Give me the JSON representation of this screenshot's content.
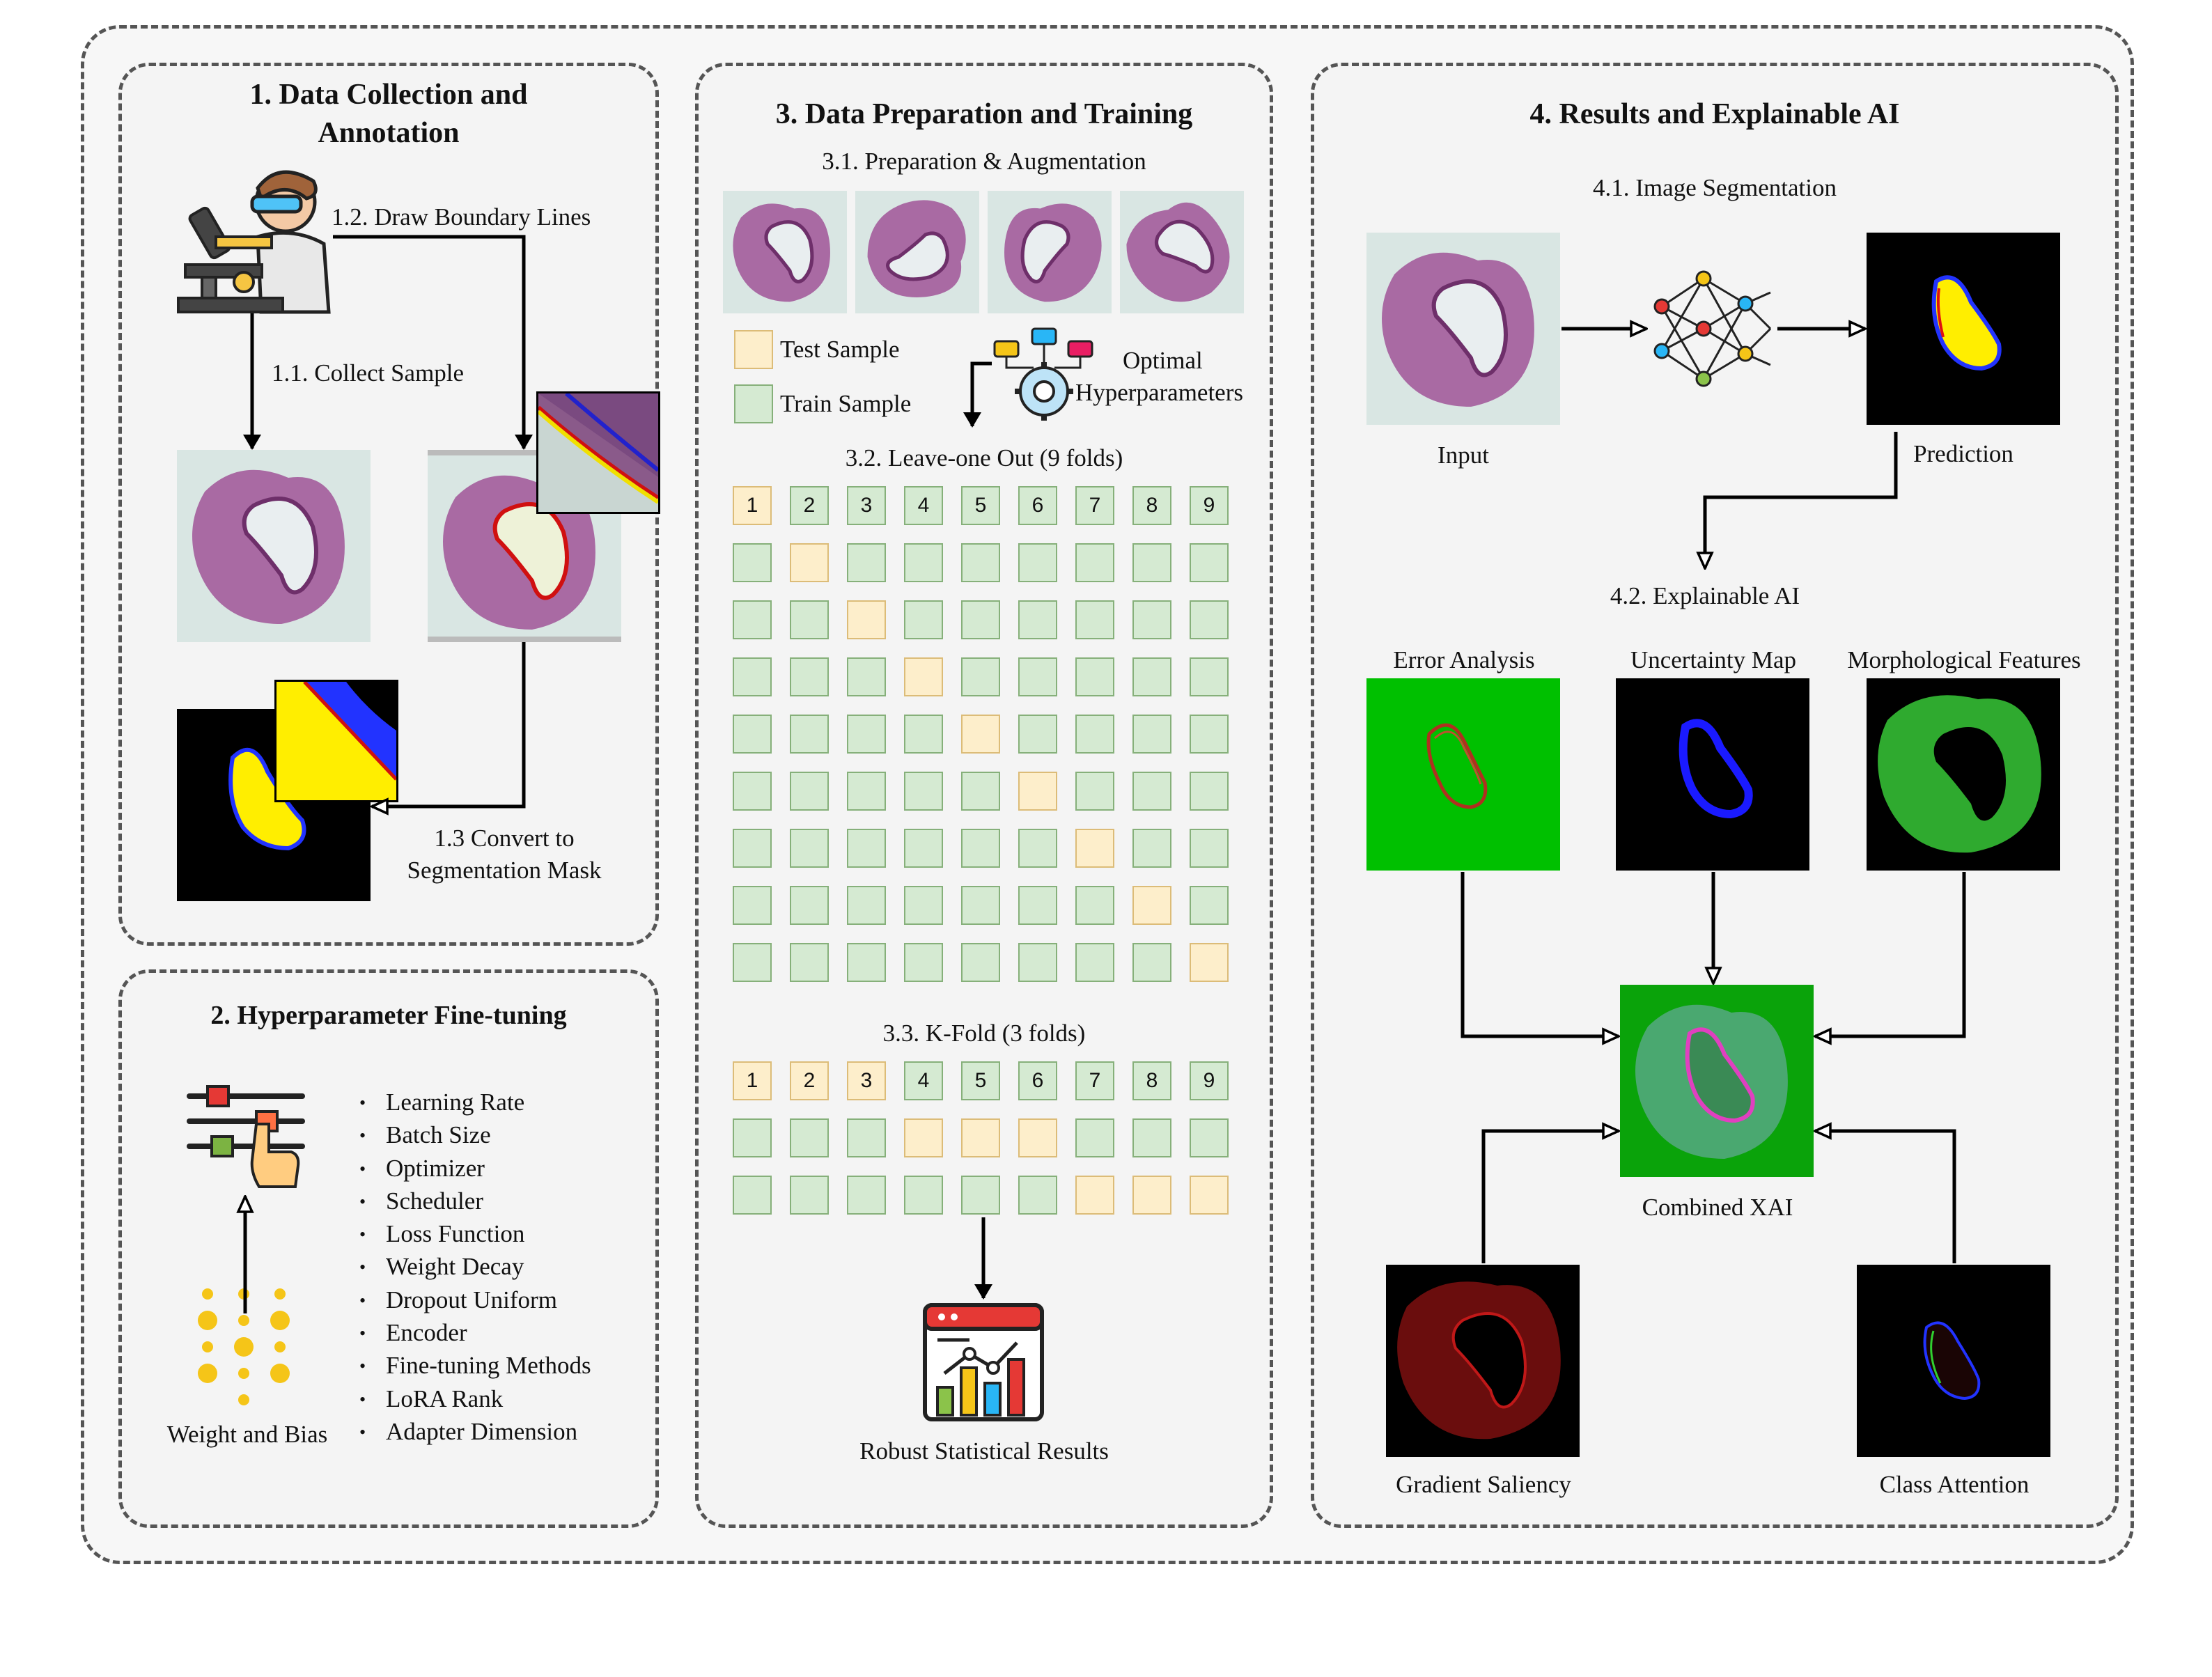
{
  "panels": {
    "p1": {
      "title_line1": "1. Data Collection and",
      "title_line2": "Annotation",
      "draw_boundary": "1.2. Draw Boundary Lines",
      "collect_sample": "1.1. Collect Sample",
      "convert_line1": "1.3 Convert to",
      "convert_line2": "Segmentation Mask"
    },
    "p2": {
      "title": "2. Hyperparameter Fine-tuning",
      "weight_bias": "Weight and Bias",
      "hyperparameters": [
        "Learning Rate",
        "Batch Size",
        "Optimizer",
        "Scheduler",
        "Loss Function",
        "Weight Decay",
        "Dropout Uniform",
        "Encoder",
        "Fine-tuning Methods",
        "LoRA Rank",
        "Adapter Dimension"
      ]
    },
    "p3": {
      "title": "3. Data Preparation and Training",
      "sub1": "3.1. Preparation & Augmentation",
      "legend_test": "Test Sample",
      "legend_train": "Train Sample",
      "optimal_line1": "Optimal",
      "optimal_line2": "Hyperparameters",
      "sub2": "3.2. Leave-one Out (9 folds)",
      "sub3": "3.3. K-Fold (3 folds)",
      "results": "Robust Statistical Results",
      "fold_numbers": [
        "1",
        "2",
        "3",
        "4",
        "5",
        "6",
        "7",
        "8",
        "9"
      ]
    },
    "p4": {
      "title": "4. Results and Explainable AI",
      "sub1": "4.1. Image Segmentation",
      "input": "Input",
      "prediction": "Prediction",
      "sub2": "4.2. Explainable AI",
      "error_analysis": "Error Analysis",
      "uncertainty_map": "Uncertainty Map",
      "morphological": "Morphological Features",
      "combined": "Combined XAI",
      "gradient": "Gradient Saliency",
      "class_attention": "Class Attention"
    }
  },
  "colors": {
    "test_fill": "#fdeecb",
    "train_fill": "#d5ead2",
    "mask_yellow": "#ffee00",
    "mask_blue": "#1a1aff",
    "error_green": "#00c000",
    "tissue_purple": "#9c5c9c"
  },
  "icons": [
    "scientist-microscope-icon",
    "neural-network-icon",
    "sliders-hand-icon",
    "gear-hyperparameters-icon",
    "statistics-chart-icon",
    "weight-dots-icon"
  ]
}
